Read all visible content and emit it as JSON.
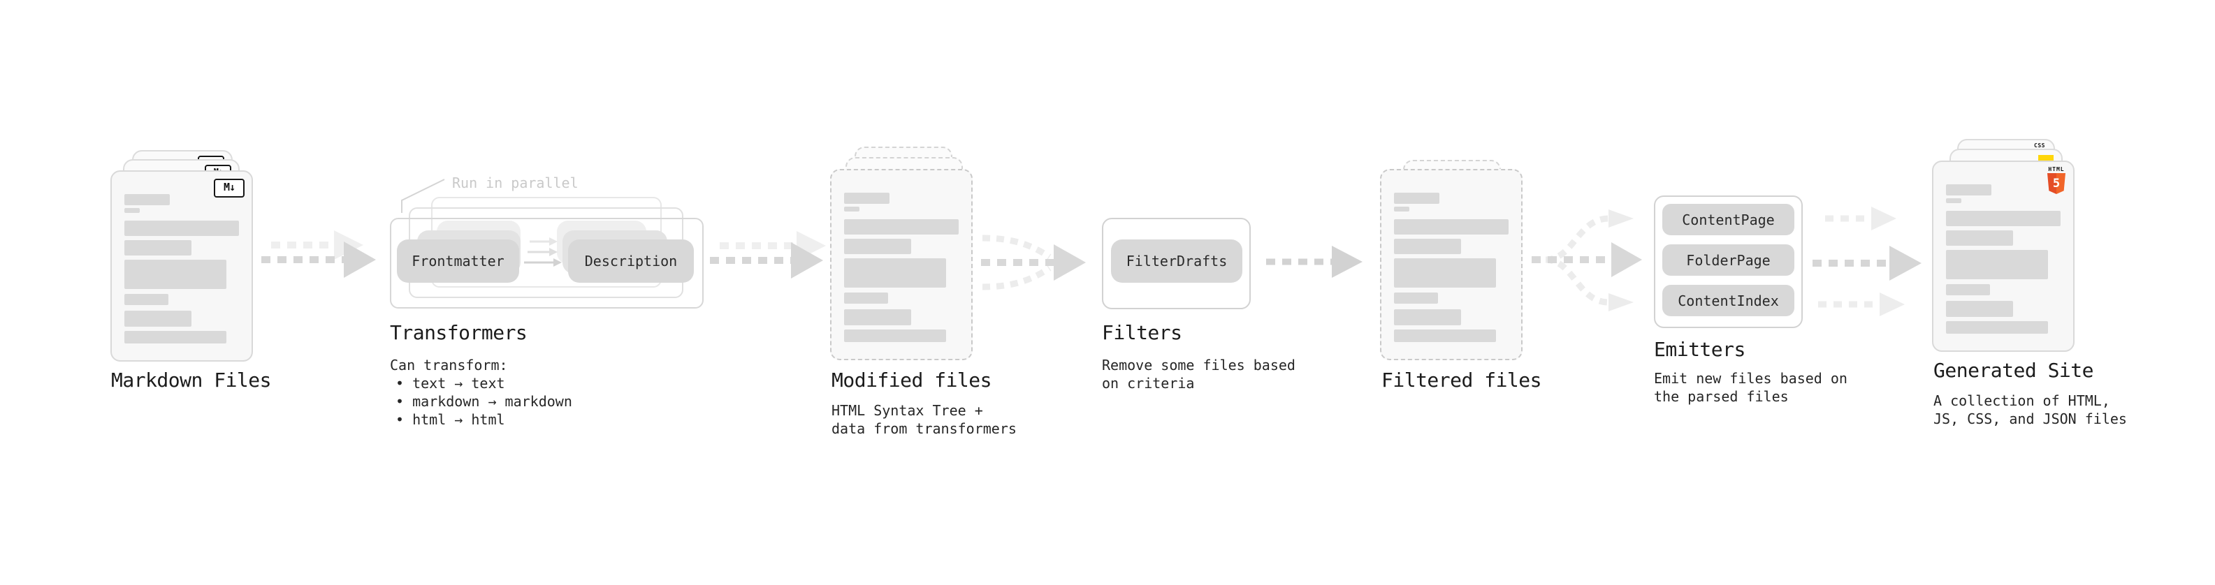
{
  "diagram": {
    "markdown": {
      "title": "Markdown Files",
      "badge": "M↓"
    },
    "transformers": {
      "title": "Transformers",
      "parallel_note": "Run in parallel",
      "pill_left": "Frontmatter",
      "pill_right": "Description",
      "desc_heading": "Can transform:",
      "bullets": [
        "• text → text",
        "• markdown → markdown",
        "• html → html"
      ]
    },
    "modified": {
      "title": "Modified files",
      "subtitle": "HTML Syntax Tree +\ndata from transformers"
    },
    "filters": {
      "title": "Filters",
      "pill": "FilterDrafts",
      "subtitle": "Remove some files based\non criteria"
    },
    "filtered": {
      "title": "Filtered files"
    },
    "emitters": {
      "title": "Emitters",
      "pills": [
        "ContentPage",
        "FolderPage",
        "ContentIndex"
      ],
      "subtitle": "Emit new files based on\nthe parsed files"
    },
    "generated": {
      "title": "Generated Site",
      "subtitle": "A collection of HTML,\nJS, CSS, and JSON files",
      "html5_label": "HTML",
      "html5_number": "5",
      "css_label": "CSS"
    },
    "colors": {
      "html5_orange": "#e44d26",
      "html5_orange_light": "#f16529",
      "js_yellow": "#ffd60a",
      "css_blue": "#2f6be5",
      "pill_gray": "#d8d8d8",
      "arrow_gray": "#d6d6d6",
      "arrow_light": "#ededed"
    }
  }
}
